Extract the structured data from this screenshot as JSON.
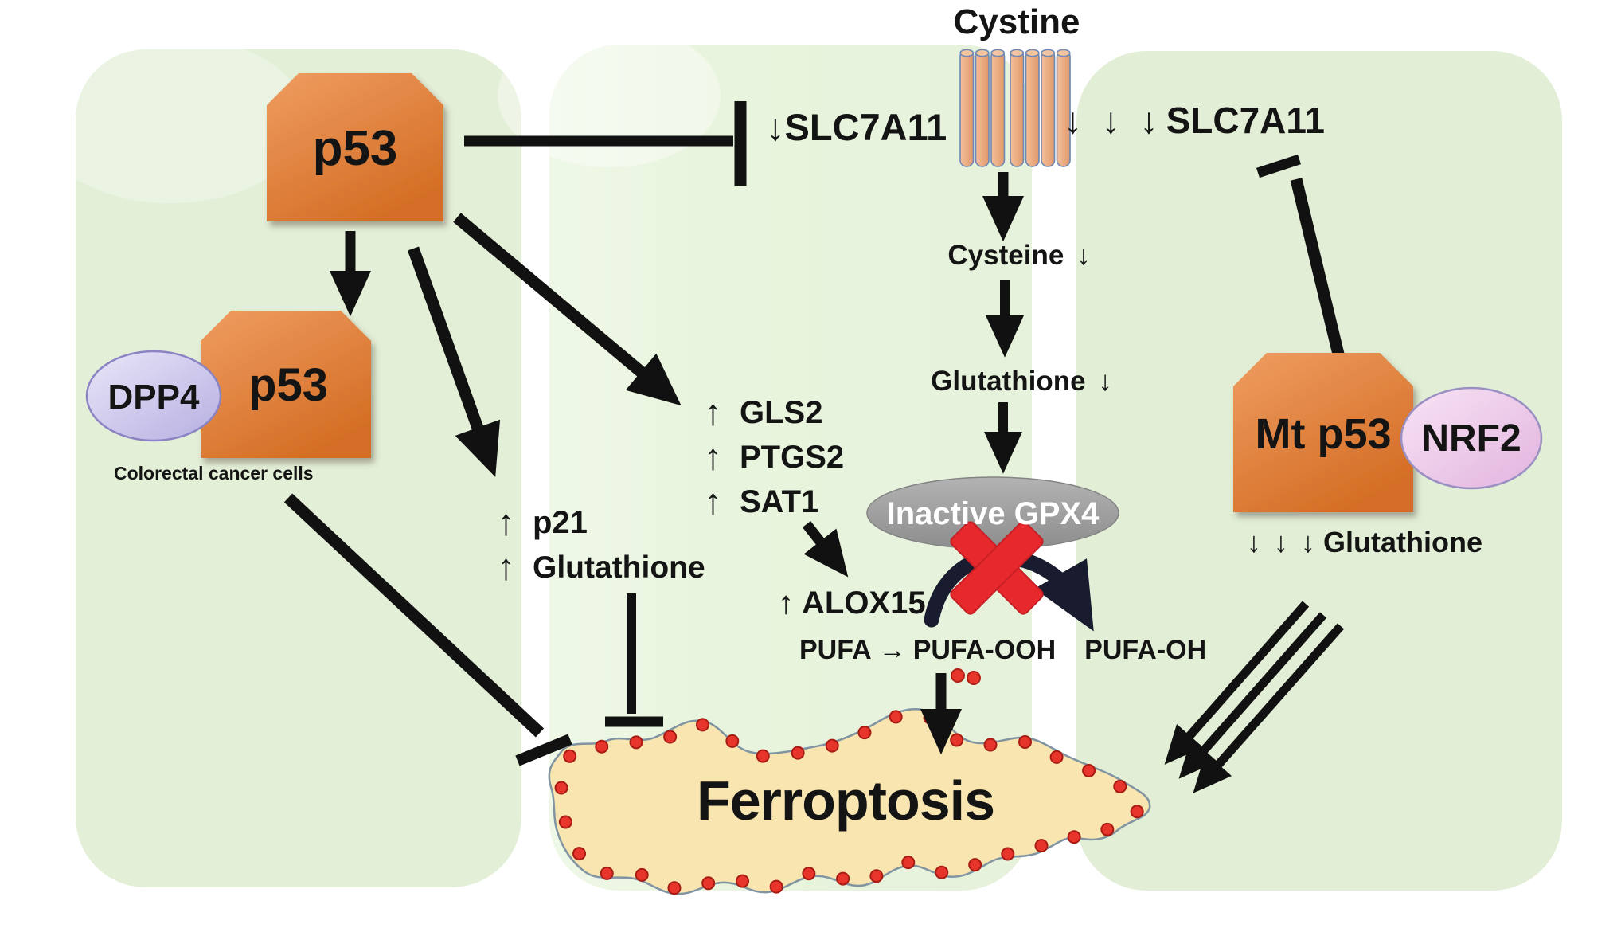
{
  "colors": {
    "panel_green": "#e3efd7",
    "panel_green_light": "#ebf5e2",
    "node_orange": "#e0813d",
    "dpp4_lavender": "#cdc8ec",
    "nrf2_pink": "#eccbe8",
    "gpx4_gray": "#9c9c9c",
    "blob_yellow": "#f8e5b0",
    "dot_red": "#e7352b",
    "cross_red": "#e7282d",
    "arrow_black": "#111111",
    "curved_arrow_dark": "#191b2e",
    "channel_tan": "#eeb188",
    "channel_outline": "#6e87b4"
  },
  "nodes": {
    "cystine": {
      "label": "Cystine"
    },
    "p53_top": {
      "label": "p53"
    },
    "p53_complex": {
      "label": "p53"
    },
    "dpp4": {
      "label": "DPP4"
    },
    "colorectal_caption": "Colorectal cancer cells",
    "mt_p53": {
      "label": "Mt p53"
    },
    "nrf2": {
      "label": "NRF2"
    },
    "inactive_gpx4": {
      "label": "Inactive GPX4"
    },
    "ferroptosis": {
      "label": "Ferroptosis"
    }
  },
  "labels": {
    "slc7a11_mid": {
      "prefix": "↓",
      "text": "SLC7A11"
    },
    "slc7a11_right": {
      "prefix": "↓ ↓ ↓",
      "text": "SLC7A11"
    },
    "cysteine": {
      "text": "Cysteine",
      "suffix": "↓"
    },
    "glutathione_mid": {
      "text": "Glutathione",
      "suffix": "↓"
    },
    "gls2": {
      "prefix": "↑",
      "text": "GLS2"
    },
    "ptgs2": {
      "prefix": "↑",
      "text": "PTGS2"
    },
    "sat1": {
      "prefix": "↑",
      "text": "SAT1"
    },
    "p21": {
      "prefix": "↑",
      "text": "p21"
    },
    "glutathione_up": {
      "prefix": "↑",
      "text": "Glutathione"
    },
    "alox15": {
      "prefix": "↑",
      "text": "ALOX15"
    },
    "pufa": "PUFA",
    "pufa_to": "→",
    "pufa_ooh": "PUFA-OOH",
    "pufa_oh": "PUFA-OH",
    "glutathione_right": {
      "prefix": "↓ ↓ ↓",
      "text": "Glutathione"
    }
  },
  "blob": {
    "dot_count": 38
  }
}
